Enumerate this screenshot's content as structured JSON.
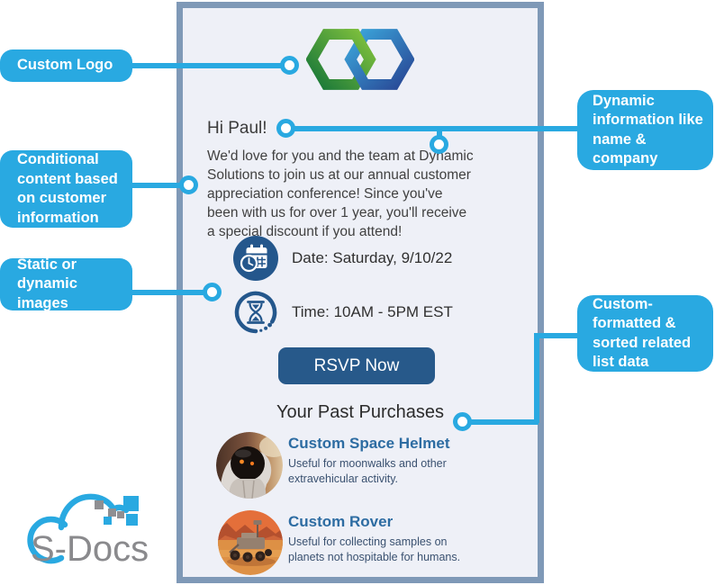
{
  "callouts": {
    "custom_logo": "Custom Logo",
    "conditional": "Conditional content based on customer information",
    "static_images": "Static or dynamic images",
    "dynamic_info": "Dynamic information like name & company",
    "list_data": "Custom-formatted & sorted related list data"
  },
  "email": {
    "greeting": "Hi Paul!",
    "body": "We'd love for you and the team at Dynamic Solutions to join us at our annual customer appreciation conference! Since you've been with us for over 1 year, you'll receive a special discount if you attend!",
    "date_label": "Date: Saturday, 9/10/22",
    "time_label": "Time: 10AM - 5PM EST",
    "rsvp_label": "RSVP Now",
    "purchases_heading": "Your Past Purchases",
    "purchases": [
      {
        "title": "Custom Space Helmet",
        "description": "Useful for moonwalks and other extravehicular activity."
      },
      {
        "title": "Custom Rover",
        "description": "Useful for collecting samples on planets not hospitable for humans."
      }
    ]
  },
  "brand": {
    "name": "S-Docs"
  },
  "colors": {
    "callout_blue": "#29a9e1",
    "button_blue": "#27598a",
    "icon_blue": "#24578c",
    "card_border": "#7f99b7",
    "card_bg": "#eef0f7",
    "purchase_title_blue": "#2d6ca2",
    "purchase_desc_navy": "#3a5170"
  }
}
